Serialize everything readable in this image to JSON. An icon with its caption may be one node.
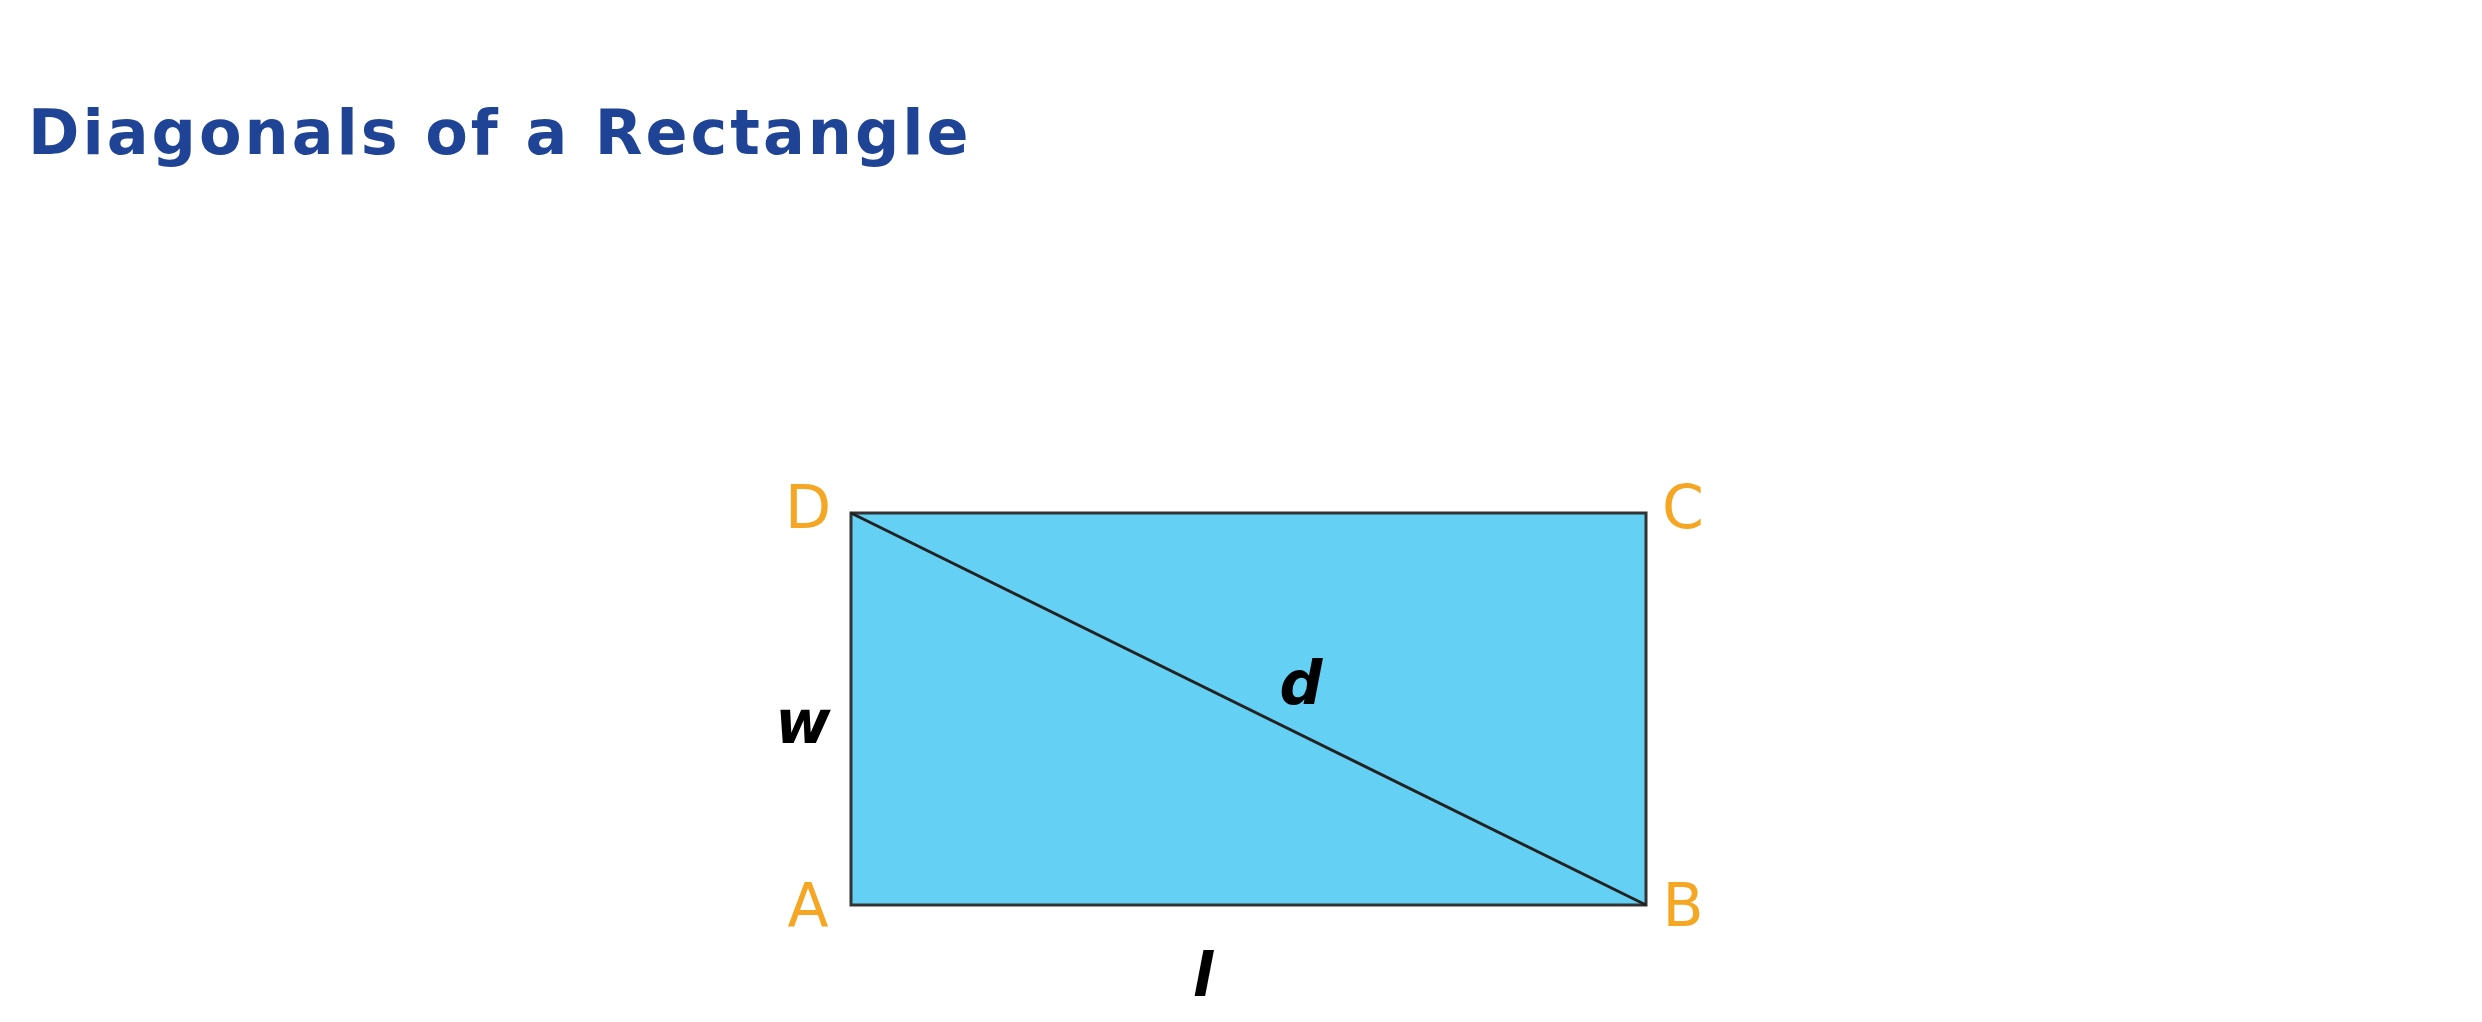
{
  "diagram": {
    "title": "Diagonals of a Rectangle",
    "labels": [
      "D",
      "C",
      "w",
      "d",
      "A",
      "B",
      "l"
    ]
  }
}
